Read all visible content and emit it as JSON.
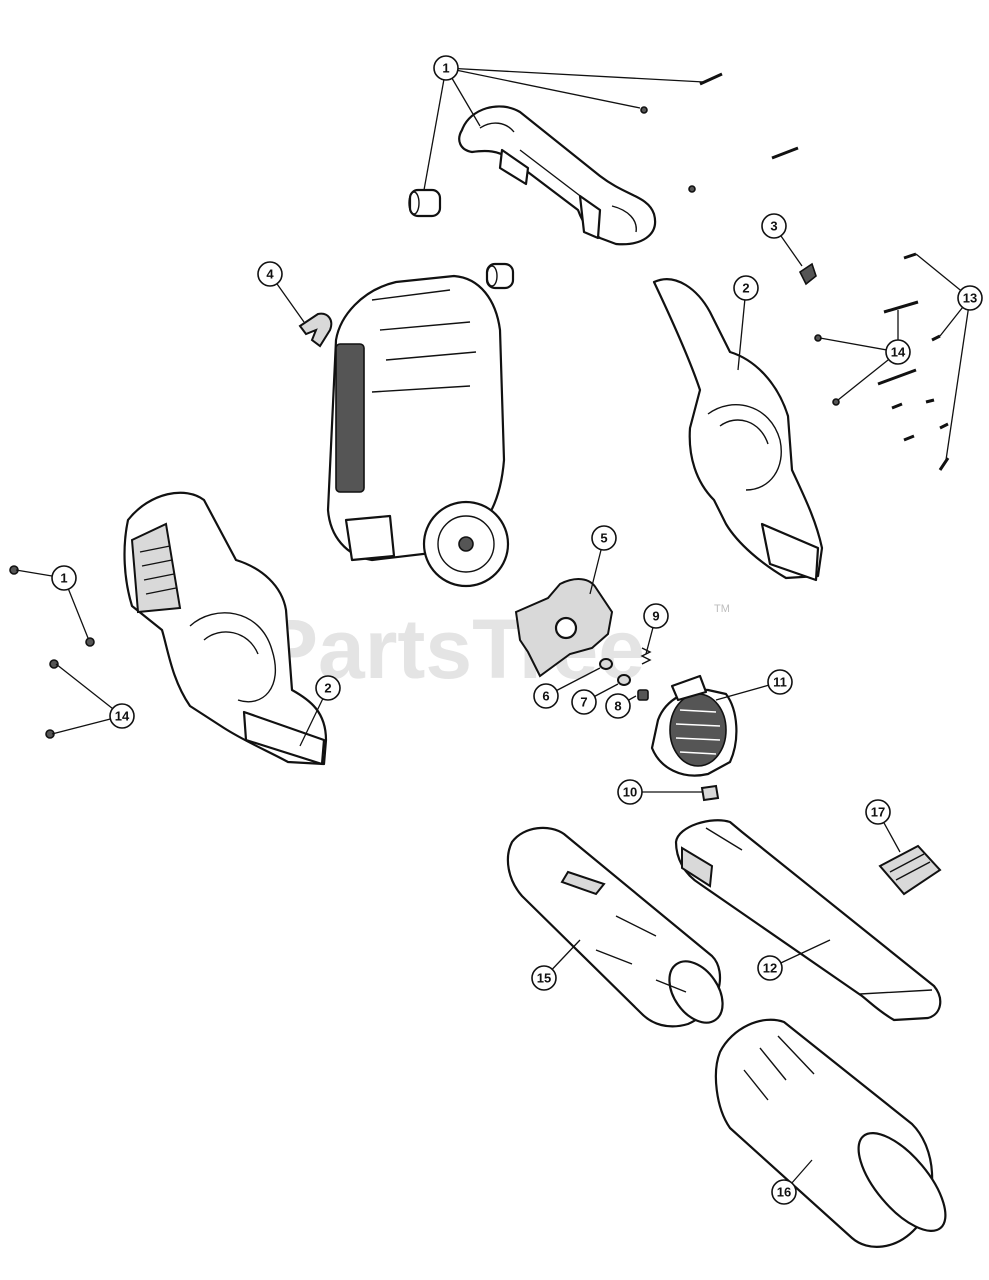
{
  "watermark": {
    "text": "PartsTree",
    "trademark": "TM"
  },
  "callouts": [
    {
      "label": "1"
    },
    {
      "label": "1"
    },
    {
      "label": "2"
    },
    {
      "label": "2"
    },
    {
      "label": "3"
    },
    {
      "label": "4"
    },
    {
      "label": "5"
    },
    {
      "label": "6"
    },
    {
      "label": "7"
    },
    {
      "label": "8"
    },
    {
      "label": "9"
    },
    {
      "label": "10"
    },
    {
      "label": "11"
    },
    {
      "label": "12"
    },
    {
      "label": "13"
    },
    {
      "label": "14"
    },
    {
      "label": "14"
    },
    {
      "label": "15"
    },
    {
      "label": "16"
    },
    {
      "label": "17"
    }
  ]
}
